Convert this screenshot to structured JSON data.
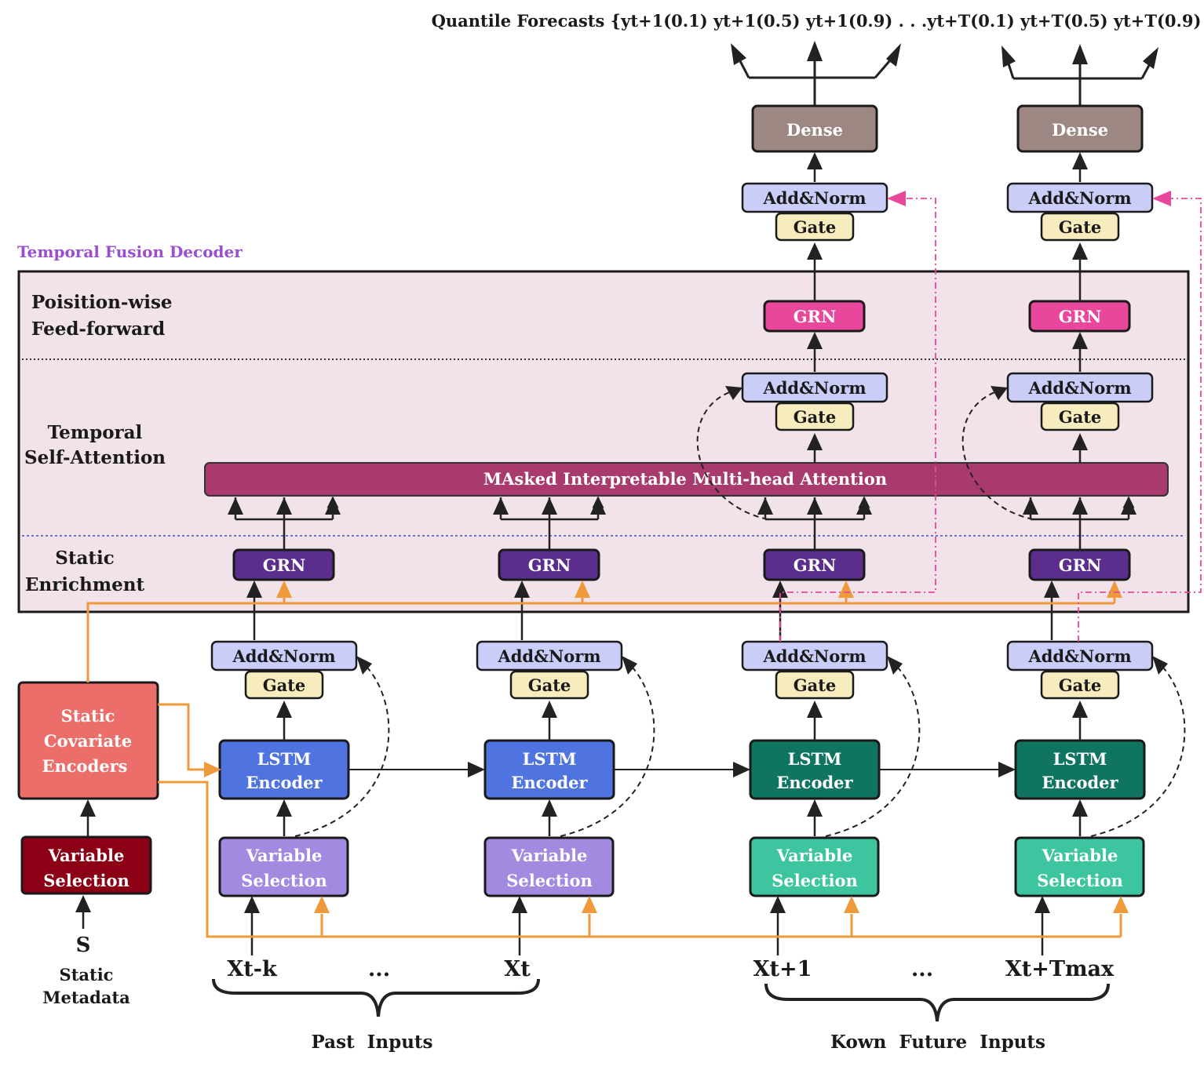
{
  "title": "Quantile Forecasts {yt+1(0.1) yt+1(0.5) yt+1(0.9) . . .yt+T(0.1) yt+T(0.5) yt+T(0.9)",
  "decoder_title": "Temporal Fusion Decoder",
  "sections": {
    "feed_forward": [
      "Poisition-wise",
      "Feed-forward"
    ],
    "self_attention": [
      "Temporal",
      "Self-Attention"
    ],
    "enrichment": [
      "Static",
      "Enrichment"
    ]
  },
  "blocks": {
    "dense": "Dense",
    "add_norm": "Add&Norm",
    "gate": "Gate",
    "grn": "GRN",
    "attention": "MAsked Interpretable Multi-head Attention",
    "lstm": [
      "LSTM",
      "Encoder"
    ],
    "variable_selection": [
      "Variable",
      "Selection"
    ],
    "static_covariate": [
      "Static",
      "Covariate",
      "Encoders"
    ]
  },
  "inputs": {
    "static_symbol": "S",
    "static_metadata": [
      "Static",
      "Metadata"
    ],
    "past": [
      "Xt-k",
      "...",
      "Xt"
    ],
    "future": [
      "Xt+1",
      "...",
      "Xt+Tmax"
    ],
    "past_label": "Past  Inputs",
    "future_label": "Kown  Future  Inputs"
  },
  "colors": {
    "decoder_bg": "#f2e2ea",
    "decoder_title": "#9a4fd0",
    "dense": "#9c8782",
    "add_norm": "#c9cdf7",
    "gate": "#f6ecbd",
    "grn_ff": "#e9479c",
    "grn_enrich": "#5b2d8c",
    "attention": "#a83a6d",
    "lstm_past": "#4f74e0",
    "lstm_future": "#0f7560",
    "vs_past": "#a18ae0",
    "vs_future": "#3cc59f",
    "vs_static": "#8b0014",
    "static_cov": "#ec6e6a",
    "orange": "#ee9a3b",
    "pink": "#e9479c"
  }
}
